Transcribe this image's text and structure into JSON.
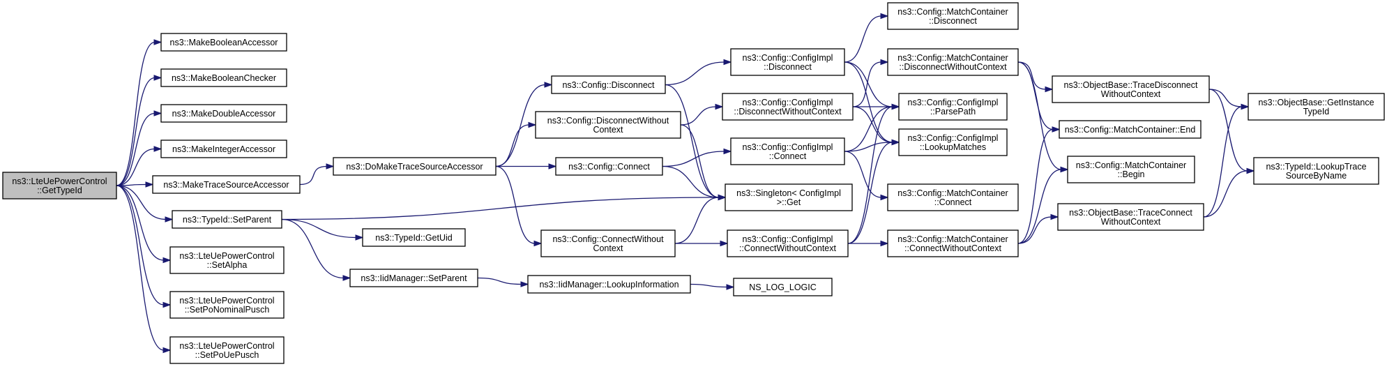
{
  "diagram": {
    "kind": "doxygen-call-graph",
    "edge_color": "#191970",
    "root_fill": "#bfbfbf",
    "nodes": [
      {
        "id": "root",
        "lines": [
          "ns3::LteUePowerControl",
          "::GetTypeId"
        ]
      },
      {
        "id": "mba",
        "lines": [
          "ns3::MakeBooleanAccessor"
        ]
      },
      {
        "id": "mbc",
        "lines": [
          "ns3::MakeBooleanChecker"
        ]
      },
      {
        "id": "mda",
        "lines": [
          "ns3::MakeDoubleAccessor"
        ]
      },
      {
        "id": "mia",
        "lines": [
          "ns3::MakeIntegerAccessor"
        ]
      },
      {
        "id": "mtsa",
        "lines": [
          "ns3::MakeTraceSourceAccessor"
        ]
      },
      {
        "id": "tsp",
        "lines": [
          "ns3::TypeId::SetParent"
        ]
      },
      {
        "id": "sal",
        "lines": [
          "ns3::LteUePowerControl",
          "::SetAlpha"
        ]
      },
      {
        "id": "spn",
        "lines": [
          "ns3::LteUePowerControl",
          "::SetPoNominalPusch"
        ]
      },
      {
        "id": "spu",
        "lines": [
          "ns3::LteUePowerControl",
          "::SetPoUePusch"
        ]
      },
      {
        "id": "dmtsa",
        "lines": [
          "ns3::DoMakeTraceSourceAccessor"
        ]
      },
      {
        "id": "guid",
        "lines": [
          "ns3::TypeId::GetUid"
        ]
      },
      {
        "id": "iidsp",
        "lines": [
          "ns3::IidManager::SetParent"
        ]
      },
      {
        "id": "cdis",
        "lines": [
          "ns3::Config::Disconnect"
        ]
      },
      {
        "id": "cdwc",
        "lines": [
          "ns3::Config::DisconnectWithout",
          "Context"
        ]
      },
      {
        "id": "ccon",
        "lines": [
          "ns3::Config::Connect"
        ]
      },
      {
        "id": "ccwc",
        "lines": [
          "ns3::Config::ConnectWithout",
          "Context"
        ]
      },
      {
        "id": "iidli",
        "lines": [
          "ns3::IidManager::LookupInformation"
        ]
      },
      {
        "id": "cidis",
        "lines": [
          "ns3::Config::ConfigImpl",
          "::Disconnect"
        ]
      },
      {
        "id": "cidwc",
        "lines": [
          "ns3::Config::ConfigImpl",
          "::DisconnectWithoutContext"
        ]
      },
      {
        "id": "cicon",
        "lines": [
          "ns3::Config::ConfigImpl",
          "::Connect"
        ]
      },
      {
        "id": "sget",
        "lines": [
          "ns3::Singleton< ConfigImpl",
          " >::Get"
        ]
      },
      {
        "id": "cicwc",
        "lines": [
          "ns3::Config::ConfigImpl",
          "::ConnectWithoutContext"
        ]
      },
      {
        "id": "nsll",
        "lines": [
          "NS_LOG_LOGIC"
        ]
      },
      {
        "id": "mcdis",
        "lines": [
          "ns3::Config::MatchContainer",
          "::Disconnect"
        ]
      },
      {
        "id": "mcdwc",
        "lines": [
          "ns3::Config::MatchContainer",
          "::DisconnectWithoutContext"
        ]
      },
      {
        "id": "cipp",
        "lines": [
          "ns3::Config::ConfigImpl",
          "::ParsePath"
        ]
      },
      {
        "id": "cilm",
        "lines": [
          "ns3::Config::ConfigImpl",
          "::LookupMatches"
        ]
      },
      {
        "id": "mccon",
        "lines": [
          "ns3::Config::MatchContainer",
          "::Connect"
        ]
      },
      {
        "id": "mccwc",
        "lines": [
          "ns3::Config::MatchContainer",
          "::ConnectWithoutContext"
        ]
      },
      {
        "id": "obtd",
        "lines": [
          "ns3::ObjectBase::TraceDisconnect",
          "WithoutContext"
        ]
      },
      {
        "id": "mcend",
        "lines": [
          "ns3::Config::MatchContainer::End"
        ]
      },
      {
        "id": "mcbeg",
        "lines": [
          "ns3::Config::MatchContainer",
          "::Begin"
        ]
      },
      {
        "id": "obtc",
        "lines": [
          "ns3::ObjectBase::TraceConnect",
          "WithoutContext"
        ]
      },
      {
        "id": "obgi",
        "lines": [
          "ns3::ObjectBase::GetInstance",
          "TypeId"
        ]
      },
      {
        "id": "tlts",
        "lines": [
          "ns3::TypeId::LookupTrace",
          "SourceByName"
        ]
      }
    ],
    "edges": [
      [
        "root",
        "mba"
      ],
      [
        "root",
        "mbc"
      ],
      [
        "root",
        "mda"
      ],
      [
        "root",
        "mia"
      ],
      [
        "root",
        "mtsa"
      ],
      [
        "root",
        "tsp"
      ],
      [
        "root",
        "sal"
      ],
      [
        "root",
        "spn"
      ],
      [
        "root",
        "spu"
      ],
      [
        "mtsa",
        "dmtsa"
      ],
      [
        "tsp",
        "sget"
      ],
      [
        "tsp",
        "guid"
      ],
      [
        "tsp",
        "iidsp"
      ],
      [
        "iidsp",
        "iidli"
      ],
      [
        "iidli",
        "nsll"
      ],
      [
        "dmtsa",
        "cdis"
      ],
      [
        "dmtsa",
        "cdwc"
      ],
      [
        "dmtsa",
        "ccon"
      ],
      [
        "dmtsa",
        "ccwc"
      ],
      [
        "cdis",
        "cidis"
      ],
      [
        "cdis",
        "sget"
      ],
      [
        "cdwc",
        "cidwc"
      ],
      [
        "cdwc",
        "sget"
      ],
      [
        "ccon",
        "cicon"
      ],
      [
        "ccon",
        "sget"
      ],
      [
        "ccwc",
        "cicwc"
      ],
      [
        "ccwc",
        "sget"
      ],
      [
        "cidis",
        "mcdis"
      ],
      [
        "cidis",
        "cipp"
      ],
      [
        "cidis",
        "cilm"
      ],
      [
        "cidwc",
        "mcdwc"
      ],
      [
        "cidwc",
        "cipp"
      ],
      [
        "cidwc",
        "cilm"
      ],
      [
        "cicon",
        "cipp"
      ],
      [
        "cicon",
        "cilm"
      ],
      [
        "cicon",
        "mccon"
      ],
      [
        "cicwc",
        "cipp"
      ],
      [
        "cicwc",
        "cilm"
      ],
      [
        "cicwc",
        "mccwc"
      ],
      [
        "mcdwc",
        "obtd"
      ],
      [
        "mcdwc",
        "mcend"
      ],
      [
        "mcdwc",
        "mcbeg"
      ],
      [
        "mccwc",
        "obtc"
      ],
      [
        "mccwc",
        "mcend"
      ],
      [
        "mccwc",
        "mcbeg"
      ],
      [
        "obtd",
        "obgi"
      ],
      [
        "obtd",
        "tlts"
      ],
      [
        "obtc",
        "obgi"
      ],
      [
        "obtc",
        "tlts"
      ]
    ]
  }
}
